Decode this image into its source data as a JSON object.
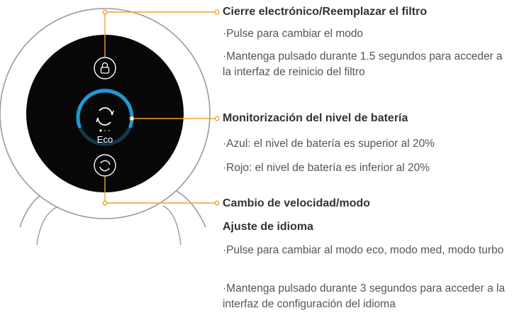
{
  "display": {
    "mode_label": "Eco"
  },
  "callouts": [
    {
      "title": "Cierre electrónico/Reemplazar el filtro",
      "lines": [
        "·Pulse para cambiar el modo",
        "·Mantenga pulsado durante 1.5 segundos para acceder a la interfaz de reinicio del filtro"
      ]
    },
    {
      "title": "Monitorización del nivel de batería",
      "lines": [
        "·Azul: el nivel de batería es superior al 20%",
        "·Rojo: el nivel de batería es inferior al 20%"
      ]
    },
    {
      "title": "Cambio de velocidad/modo",
      "subtitle": "Ajuste de idioma",
      "lines": [
        "·Pulse para cambiar al modo eco, modo med, modo turbo",
        "·Mantenga pulsado durante 3 segundos para acceder a la interfaz de configuración del idioma"
      ]
    }
  ],
  "colors": {
    "accent": "#f0a033",
    "ring": "#1e9ad6",
    "screen": "#070707",
    "body_outline": "#9a9a9a"
  },
  "icons": {
    "lock": "lock-icon",
    "display_mode": "mode-cycle-icon",
    "button": "mode-cycle-icon"
  }
}
